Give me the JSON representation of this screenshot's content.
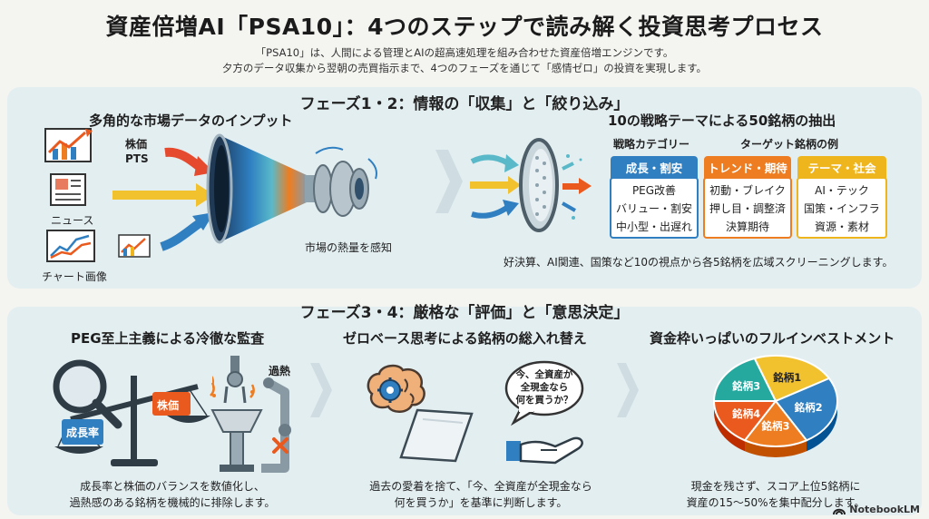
{
  "header": {
    "title": "資産倍増AI「PSA10」：4つのステップで読み解く投資思考プロセス",
    "subtitle1": "「PSA10」は、人間による管理とAIの超高速処理を組み合わせた資産倍増エンジンです。",
    "subtitle2": "夕方のデータ収集から翌朝の売買指示まで、4つのフェーズを通じて「感情ゼロ」の投資を実現します。"
  },
  "phase12": {
    "title": "フェーズ1・2：情報の「収集」と「絞り込み」",
    "input": {
      "title": "多角的な市場データのインプット",
      "label_price": "株価",
      "label_pts": "PTS",
      "label_news": "ニュース",
      "label_chart": "チャート画像",
      "funnel_caption": "市場の熱量を感知"
    },
    "extract": {
      "title": "10の戦略テーマによる50銘柄の抽出",
      "col_category": "戦略カテゴリー",
      "col_target": "ターゲット銘柄の例",
      "categories": [
        {
          "head": "成長・割安",
          "items": [
            "PEG改善",
            "バリュー・割安",
            "中小型・出遅れ"
          ],
          "color": "#2f7fc1"
        },
        {
          "head": "トレンド・期待",
          "items": [
            "初動・ブレイク",
            "押し目・調整済",
            "決算期待"
          ],
          "color": "#ee7d22"
        },
        {
          "head": "テーマ・社会",
          "items": [
            "AI・テック",
            "国策・インフラ",
            "資源・素材"
          ],
          "color": "#efb51c"
        }
      ],
      "caption": "好決算、AI関連、国策など10の視点から各5銘柄を広域スクリーニングします。"
    }
  },
  "phase34": {
    "title": "フェーズ3・4：厳格な「評価」と「意思決定」",
    "audit": {
      "title": "PEG至上主義による冷徹な監査",
      "label_growth": "成長率",
      "label_price": "株価",
      "label_overheat": "過熱",
      "caption1": "成長率と株価のバランスを数値化し、",
      "caption2": "過熱感のある銘柄を機械的に排除します。"
    },
    "zero": {
      "title": "ゼロベース思考による銘柄の総入れ替え",
      "bubble": [
        "今、全資産が",
        "全現金なら",
        "何を買うか？"
      ],
      "caption1": "過去の愛着を捨て、「今、全資産が全現金なら",
      "caption2": "何を買うか」を基準に判断します。"
    },
    "invest": {
      "title": "資金枠いっぱいのフルインベストメント",
      "pie_labels": [
        "銘柄1",
        "銘柄2",
        "銘柄3",
        "銘柄4",
        "銘柄3"
      ],
      "pie_colors": [
        "#f2c12e",
        "#2f7fc1",
        "#ee7d22",
        "#ea5a1e",
        "#25a89e"
      ],
      "caption1": "現金を残さず、スコア上位5銘柄に",
      "caption2": "資産の15〜50%を集中配分します。"
    }
  },
  "footer": {
    "logo": "NotebookLM"
  }
}
